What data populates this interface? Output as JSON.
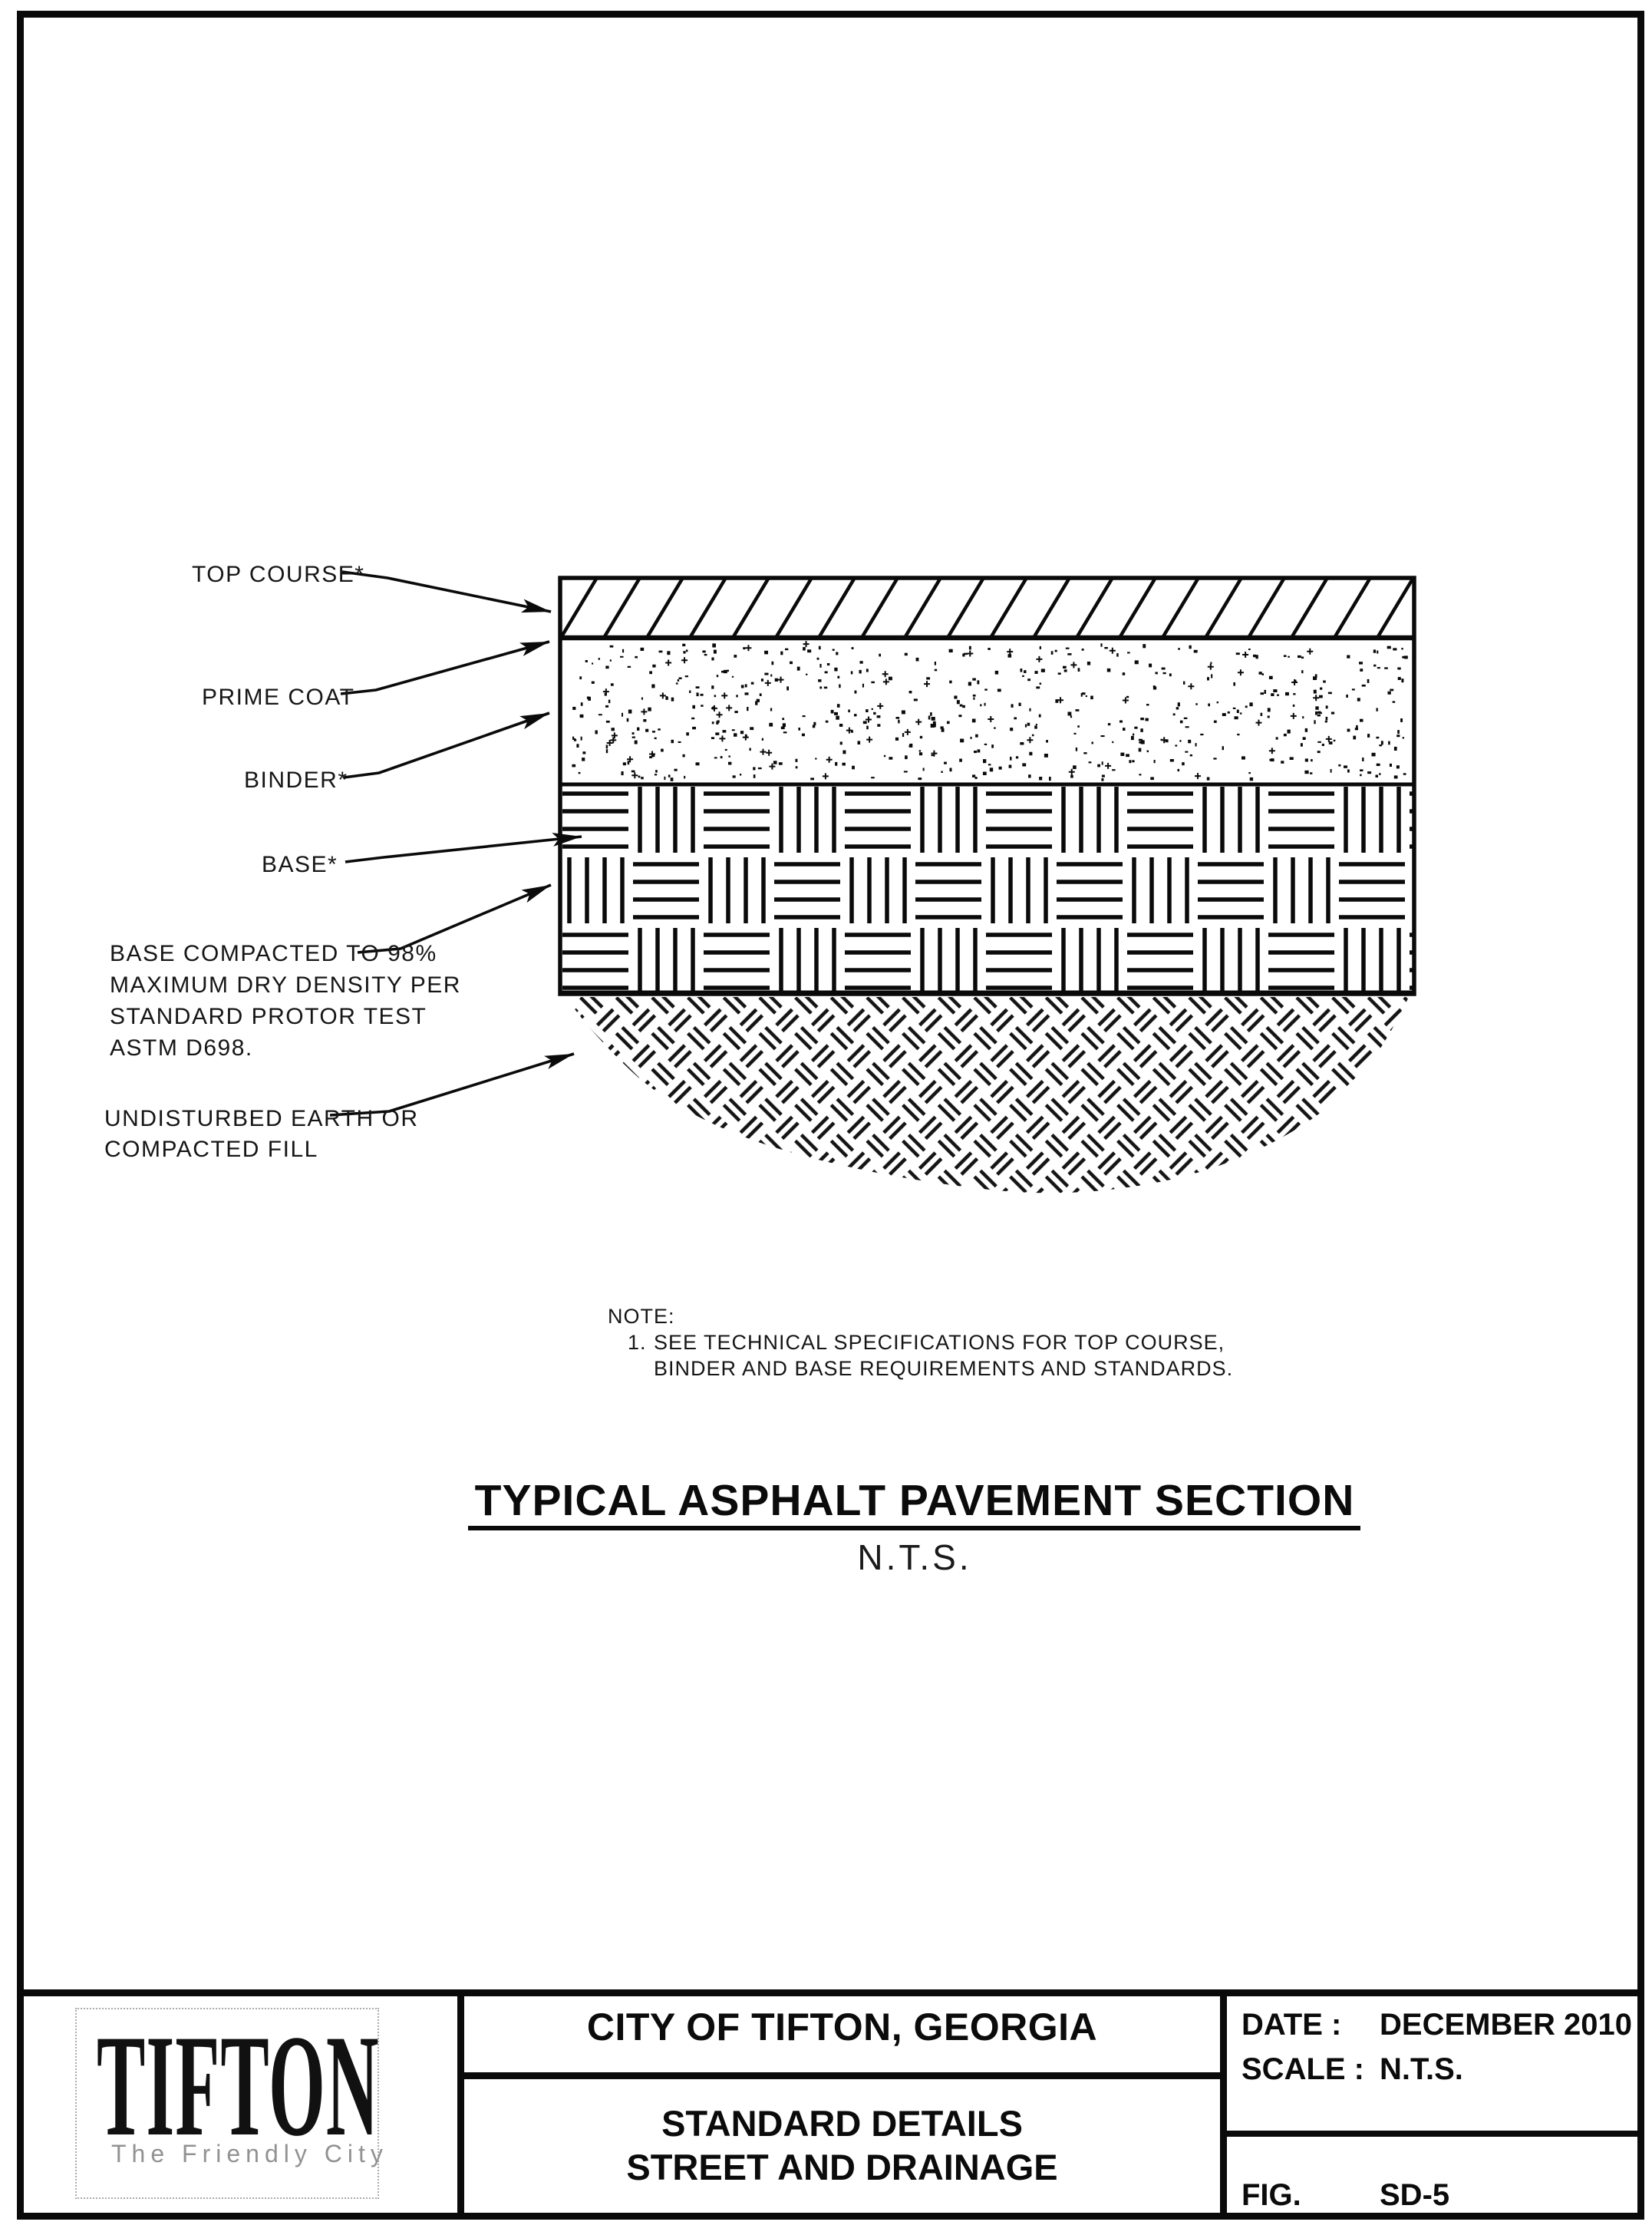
{
  "figure": {
    "labels": {
      "top_course": "TOP COURSE*",
      "prime_coat": "PRIME COAT",
      "binder": "BINDER*",
      "base": "BASE*",
      "base_note_lines": [
        "BASE COMPACTED TO 98%",
        "MAXIMUM DRY DENSITY PER",
        "STANDARD PROTOR TEST",
        "ASTM D698."
      ],
      "earth_lines": [
        "UNDISTURBED EARTH OR",
        "COMPACTED FILL"
      ]
    },
    "note": {
      "heading": "NOTE:",
      "item_number": "1.",
      "lines": [
        "SEE TECHNICAL SPECIFICATIONS FOR TOP COURSE,",
        "BINDER AND BASE REQUIREMENTS AND STANDARDS."
      ]
    },
    "title": "TYPICAL ASPHALT PAVEMENT SECTION",
    "scale_note": "N.T.S."
  },
  "title_block": {
    "logo": {
      "name": "TIFTON",
      "tagline": "The Friendly City"
    },
    "agency": "CITY OF TIFTON, GEORGIA",
    "series_line1": "STANDARD DETAILS",
    "series_line2": "STREET AND DRAINAGE",
    "date_label": "DATE :",
    "date_value": "DECEMBER 2010",
    "scale_label": "SCALE :",
    "scale_value": "N.T.S.",
    "fig_label": "FIG.",
    "fig_value": "SD-5"
  },
  "colors": {
    "ink": "#0a0a0a",
    "paper": "#ffffff",
    "tagline_gray": "#929292"
  }
}
